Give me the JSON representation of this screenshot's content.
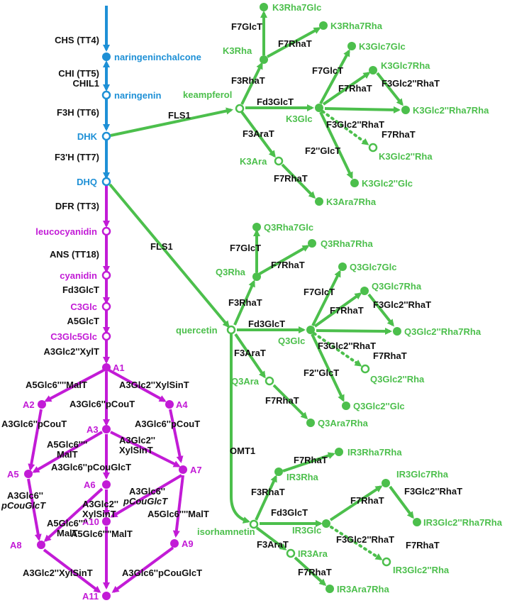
{
  "colors": {
    "blue": "#1e90d6",
    "green": "#4cbf4c",
    "purple": "#c21bd6",
    "black": "#111111"
  },
  "nodes": {
    "naringeninchalcone": "naringeninchalcone",
    "naringenin": "naringenin",
    "dhk": "DHK",
    "dhq": "DHQ",
    "leucocyanidin": "leucocyanidin",
    "cyanidin": "cyanidin",
    "c3glc": "C3Glc",
    "c3glc5glc": "C3Glc5Glc",
    "a1": "A1",
    "a2": "A2",
    "a3": "A3",
    "a4": "A4",
    "a5": "A5",
    "a6": "A6",
    "a7": "A7",
    "a8": "A8",
    "a9": "A9",
    "a10": "A10",
    "a11": "A11",
    "kaempferol": "keampferol",
    "k3rha7glc": "K3Rha7Glc",
    "k3rha7rha": "K3Rha7Rha",
    "k3rha": "K3Rha",
    "k3glc7glc": "K3Glc7Glc",
    "k3glc7rha": "K3Glc7Rha",
    "k3glc": "K3Glc",
    "k3glc2rha7rha": "K3Glc2''Rha7Rha",
    "k3glc2rha": "K3Glc2''Rha",
    "k3ara": "K3Ara",
    "k3glc2glc": "K3Glc2''Glc",
    "k3ara7rha": "K3Ara7Rha",
    "quercetin": "quercetin",
    "q3rha7glc": "Q3Rha7Glc",
    "q3rha7rha": "Q3Rha7Rha",
    "q3rha": "Q3Rha",
    "q3glc7glc": "Q3Glc7Glc",
    "q3glc7rha": "Q3Glc7Rha",
    "q3glc": "Q3Glc",
    "q3glc2rha7rha": "Q3Glc2''Rha7Rha",
    "q3glc2rha": "Q3Glc2''Rha",
    "q3ara": "Q3Ara",
    "q3glc2glc": "Q3Glc2''Glc",
    "q3ara7rha": "Q3Ara7Rha",
    "isorhamnetin": "isorhamnetin",
    "ir3rha7rha": "IR3Rha7Rha",
    "ir3rha": "IR3Rha",
    "ir3glc7rha": "IR3Glc7Rha",
    "ir3glc": "IR3Glc",
    "ir3glc2rha7rha": "IR3Glc2''Rha7Rha",
    "ir3glc2rha": "IR3Glc2''Rha",
    "ir3ara": "IR3Ara",
    "ir3ara7rha": "IR3Ara7Rha"
  },
  "enzymes": {
    "chs": "CHS (TT4)",
    "chi": "CHI (TT5)",
    "chil1": "CHIL1",
    "f3h": "F3H (TT6)",
    "f3ph": "F3'H (TT7)",
    "dfr": "DFR (TT3)",
    "ans": "ANS (TT18)",
    "fd3glct_c": "Fd3GlcT",
    "a5glct": "A5GlcT",
    "a3glc2xylt": "A3Glc2''XylT",
    "a5glc6malt_a": "A5Glc6''''MalT",
    "a3glc2xylsint_a": "A3Glc2''XylSinT",
    "a3glc6pcout_mid": "A3Glc6''pCouT",
    "a3glc6pcout_left": "A3Glc6''pCouT",
    "a3glc6pcout_right": "A3Glc6''pCouT",
    "a5glc6malt_b1": "A5Glc6''''",
    "a5glc6malt_b2": "MalT",
    "a3glc2xylsint_b1": "A3Glc2''",
    "a3glc2xylsint_b2": "XylSinT",
    "a3glc6pcouglct_mid": "A3Glc6''pCouGlcT",
    "a3glc6pcouglct_left1": "A3Glc6''",
    "a3glc6pcouglct_left2": "pCouGlcT",
    "a3glc2xylsint_c1": "A3Glc2''",
    "a3glc2xylsint_c2": "XylSinT",
    "a3glc6pcouglct_right1": "A3Glc6''",
    "a3glc6pcouglct_right2": "pCouGlcT",
    "a5glc6malt_c": "A5Glc6''''MalT",
    "a5glc6malt_d1": "A5Glc6''''",
    "a5glc6malt_d2": "MalT",
    "a5glc6malt_e": "A5Glc6''''MalT",
    "a3glc2xylsint_bottom": "A3Glc2''XylSinT",
    "a3glc6pcouglct_bottom": "A3Glc6''pCouGlcT",
    "fls1_k": "FLS1",
    "fls1_q": "FLS1",
    "omt1": "OMT1",
    "k_f7glct": "F7GlcT",
    "k_f7rhat_a": "F7RhaT",
    "k_f3rhat": "F3RhaT",
    "k_fd3glct": "Fd3GlcT",
    "k_f7glct_b": "F7GlcT",
    "k_f7rhat_b": "F7RhaT",
    "k_f3glc2rhat_a": "F3Glc2''RhaT",
    "k_f3glc2rhat_b": "F3Glc2''RhaT",
    "k_f7rhat_c": "F7RhaT",
    "k_f3arat": "F3AraT",
    "k_f2glct": "F2''GlcT",
    "k_f7rhat_d": "F7RhaT",
    "q_f7glct": "F7GlcT",
    "q_f7rhat_a": "F7RhaT",
    "q_f3rhat": "F3RhaT",
    "q_fd3glct": "Fd3GlcT",
    "q_f7glct_b": "F7GlcT",
    "q_f7rhat_b": "F7RhaT",
    "q_f3glc2rhat_a": "F3Glc2''RhaT",
    "q_f3glc2rhat_b": "F3Glc2''RhaT",
    "q_f7rhat_c": "F7RhaT",
    "q_f3arat": "F3AraT",
    "q_f2glct": "F2''GlcT",
    "q_f7rhat_d": "F7RhaT",
    "i_f7rhat_a": "F7RhaT",
    "i_f3rhat": "F3RhaT",
    "i_fd3glct": "Fd3GlcT",
    "i_f7rhat_b": "F7RhaT",
    "i_f3glc2rhat_a": "F3Glc2''RhaT",
    "i_f3glc2rhat_b": "F3Glc2''RhaT",
    "i_f7rhat_c": "F7RhaT",
    "i_f3arat": "F3AraT",
    "i_f7rhat_d": "F7RhaT"
  }
}
